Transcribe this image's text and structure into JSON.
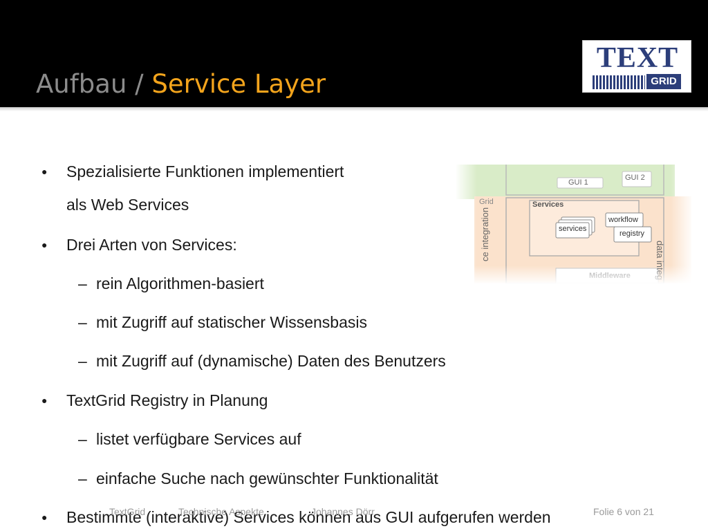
{
  "slide": {
    "title_prefix": "Aufbau / ",
    "title_accent": "Service Layer"
  },
  "logo": {
    "text_top": "TEXT",
    "text_box": "GRID"
  },
  "bullets": [
    {
      "text": "Spezialisierte Funktionen implementiert",
      "marker": "●"
    },
    {
      "text": "als Web Services",
      "marker": ""
    },
    {
      "text": "Drei Arten von Services:",
      "marker": "●"
    },
    {
      "text": "rein Algorithmen-basiert",
      "marker": "–"
    },
    {
      "text": "mit Zugriff auf statischer Wissensbasis",
      "marker": "–"
    },
    {
      "text": "mit Zugriff auf (dynamische) Daten des Benutzers",
      "marker": "–"
    },
    {
      "text": "TextGrid Registry in Planung",
      "marker": "●"
    },
    {
      "text": "listet verfügbare Services auf",
      "marker": "–"
    },
    {
      "text": "einfache Suche nach gewünschter Funktionalität",
      "marker": "–"
    },
    {
      "text": "Bestimmte (interaktive) Services können aus GUI aufgerufen werden",
      "marker": "●"
    }
  ],
  "diagram": {
    "gui1": "GUI 1",
    "gui2": "GUI 2",
    "grid": "Grid",
    "services_title": "Services",
    "services_box": "services",
    "workflow": "workflow",
    "registry": "registry",
    "service_integration": "ce integration",
    "data_integration": "data integ",
    "middleware": "Middleware",
    "colors": {
      "green": "#d9ecc8",
      "peach": "#fbe2cc"
    }
  },
  "footer": {
    "project": "TextGrid",
    "topic": "Technische Aspekte",
    "author": "Johannes Dörr",
    "page": "Folie 6 von 21"
  }
}
